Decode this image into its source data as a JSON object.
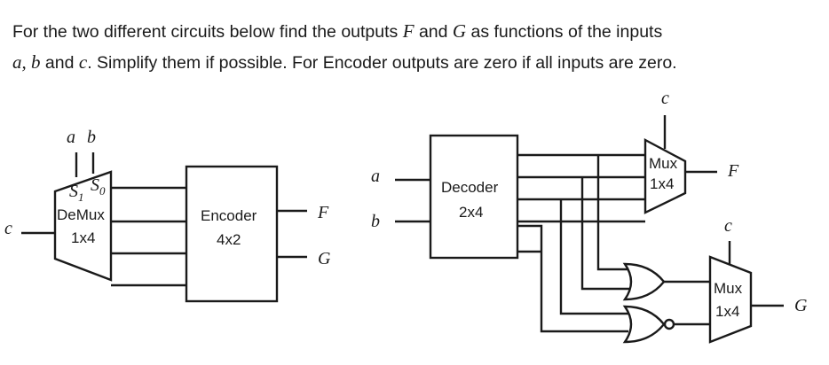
{
  "question": {
    "line1_a": "For the two different circuits below find the outputs ",
    "line1_F": "F",
    "line1_b": " and ",
    "line1_G": "G",
    "line1_c": " as functions of the inputs",
    "line2_vars": "a, b",
    "line2_a": " and ",
    "line2_c": "c",
    "line2_b": ". Simplify them if possible. For Encoder outputs are zero if all inputs are zero."
  },
  "circuit1": {
    "input_a": "a",
    "input_b": "b",
    "input_c": "c",
    "s1_label": "S",
    "s1_sub": "1",
    "s0_label": "S",
    "s0_sub": "0",
    "demux_line1": "DeMux",
    "demux_line2": "1x4",
    "encoder_line1": "Encoder",
    "encoder_line2": "4x2",
    "output_F": "F",
    "output_G": "G"
  },
  "circuit2": {
    "input_a": "a",
    "input_b": "b",
    "decoder_line1": "Decoder",
    "decoder_line2": "2x4",
    "mux_top_line1": "Mux",
    "mux_top_line2": "1x4",
    "mux_top_select": "c",
    "mux_bottom_line1": "Mux",
    "mux_bottom_line2": "1x4",
    "mux_bottom_select": "c",
    "output_F": "F",
    "output_G": "G"
  }
}
